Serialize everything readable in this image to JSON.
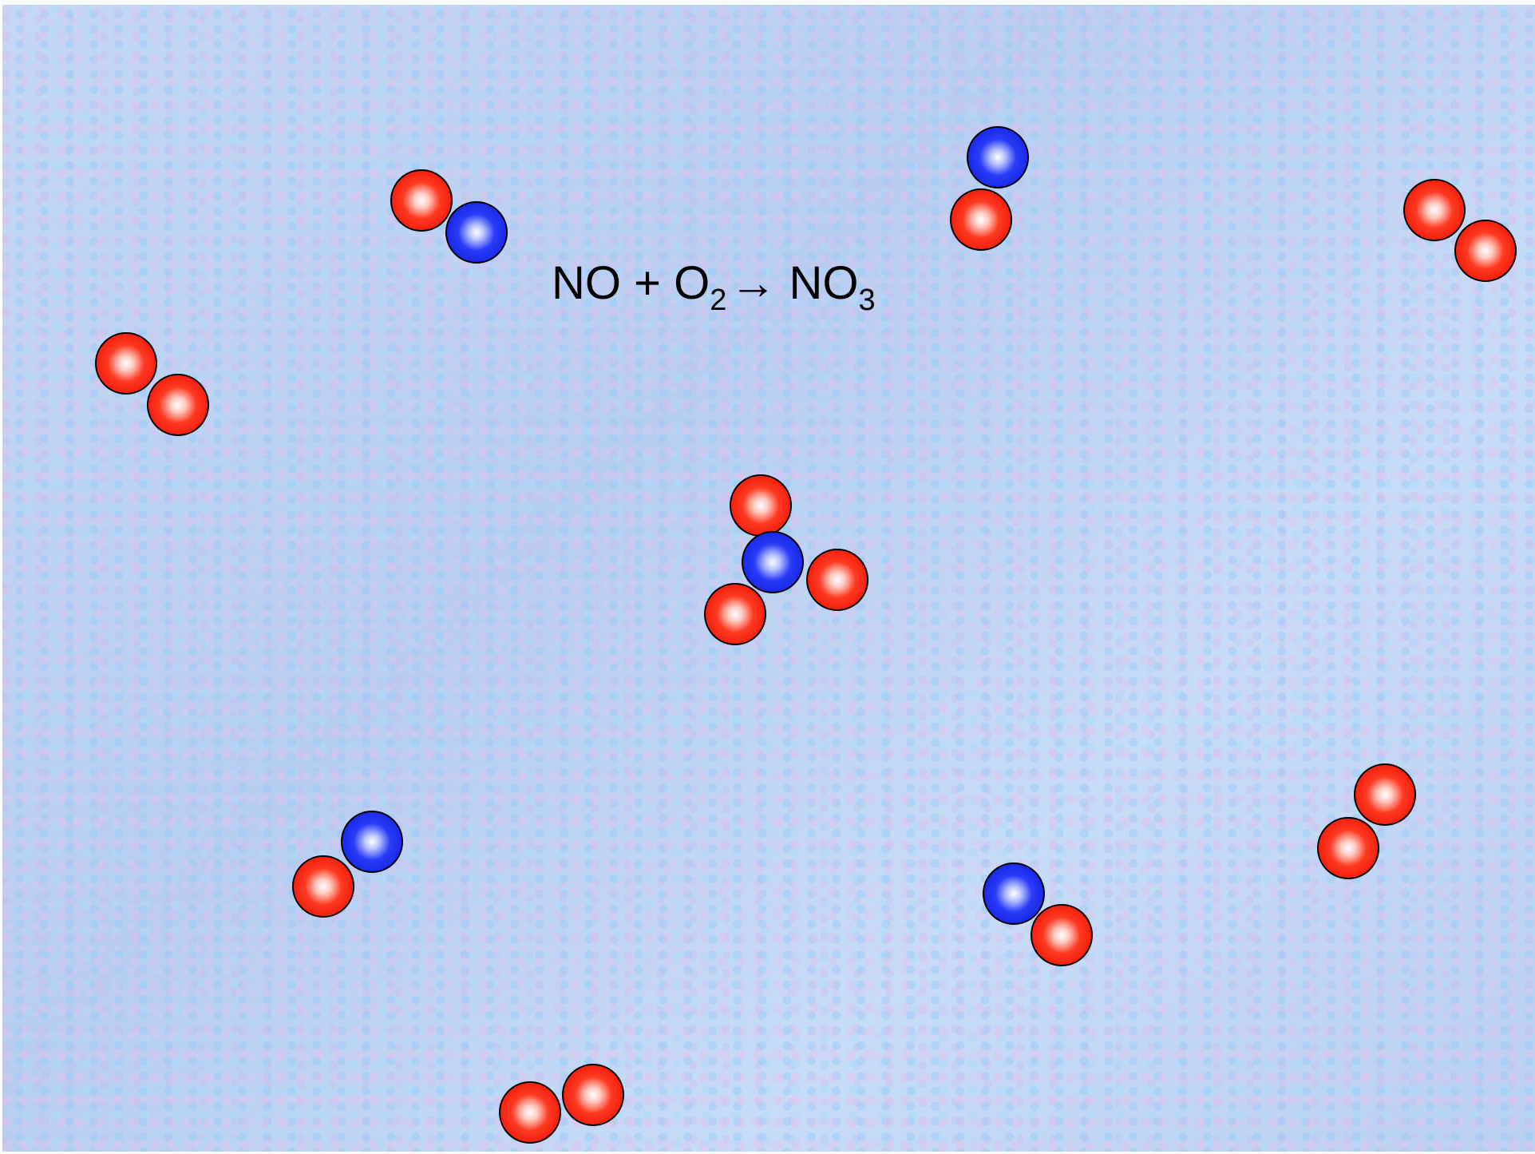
{
  "equation": {
    "reactant1": "NO",
    "plus": " + ",
    "reactant2": "O",
    "reactant2_sub": "2",
    "arrow": "→",
    "product": "NO",
    "product_sub": "3"
  },
  "colors": {
    "oxygen": "#ff1a0d",
    "nitrogen": "#1a2ef5",
    "background": "#bcd4f2"
  },
  "molecules": [
    {
      "formula": "NO",
      "atoms": [
        "O",
        "N"
      ]
    },
    {
      "formula": "NO",
      "atoms": [
        "N",
        "O"
      ]
    },
    {
      "formula": "O2",
      "atoms": [
        "O",
        "O"
      ]
    },
    {
      "formula": "O2",
      "atoms": [
        "O",
        "O"
      ]
    },
    {
      "formula": "NO3",
      "atoms": [
        "O",
        "N",
        "O",
        "O"
      ]
    },
    {
      "formula": "NO",
      "atoms": [
        "N",
        "O"
      ]
    },
    {
      "formula": "NO",
      "atoms": [
        "N",
        "O"
      ]
    },
    {
      "formula": "O2",
      "atoms": [
        "O",
        "O"
      ]
    },
    {
      "formula": "O2",
      "atoms": [
        "O",
        "O"
      ]
    }
  ]
}
